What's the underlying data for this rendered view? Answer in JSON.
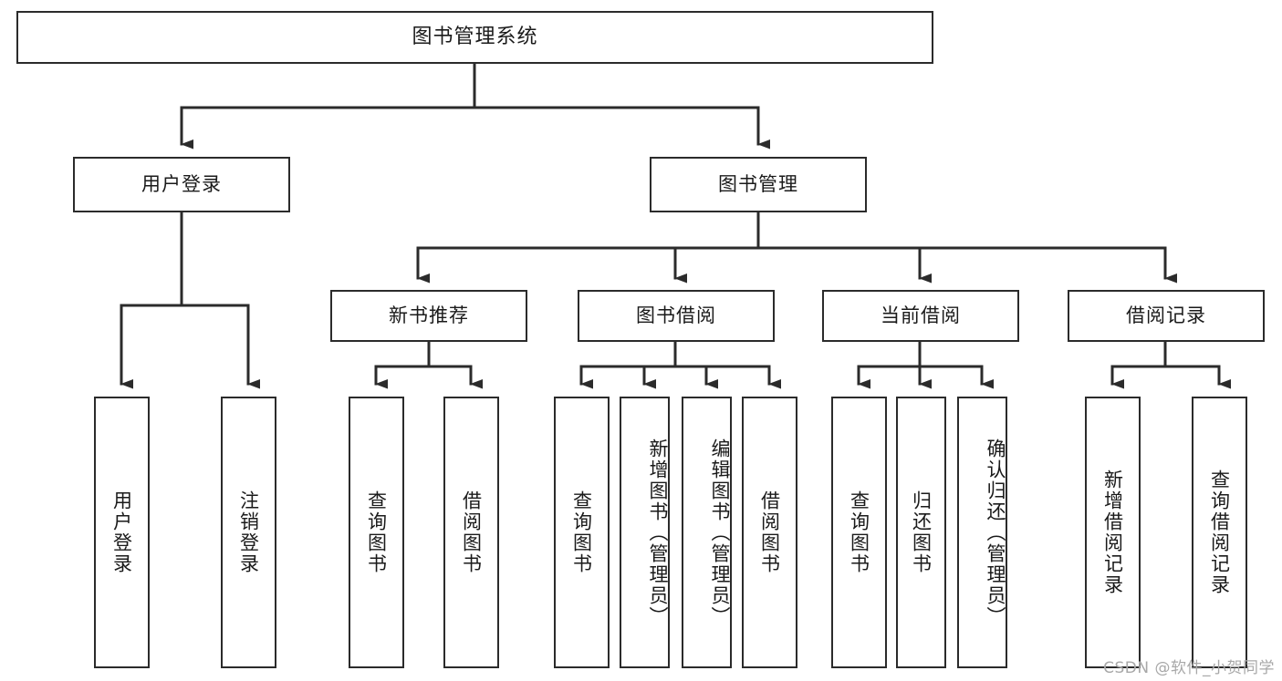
{
  "diagram": {
    "title": "图书管理系统",
    "type": "hierarchy-tree",
    "watermark": "CSDN @软件_小贺同学",
    "colors": {
      "stroke": "#2b2b2b",
      "fill": "#ffffff",
      "text": "#1a1a1a",
      "watermark": "#a8a8a8"
    },
    "nodes": {
      "root": {
        "label": "图书管理系统"
      },
      "level1": [
        {
          "id": "user-login",
          "label": "用户登录"
        },
        {
          "id": "book-manage",
          "label": "图书管理"
        }
      ],
      "level2": [
        {
          "id": "new-book-recommend",
          "label": "新书推荐"
        },
        {
          "id": "book-borrow",
          "label": "图书借阅"
        },
        {
          "id": "current-borrow",
          "label": "当前借阅"
        },
        {
          "id": "borrow-record",
          "label": "借阅记录"
        }
      ],
      "leaves": {
        "user_login": [
          {
            "id": "leaf-user-login",
            "label": "用户登录"
          },
          {
            "id": "leaf-logout-login",
            "label": "注销登录"
          }
        ],
        "new_book_recommend": [
          {
            "id": "leaf-query-book-1",
            "label": "查询图书"
          },
          {
            "id": "leaf-borrow-book-1",
            "label": "借阅图书"
          }
        ],
        "book_borrow": [
          {
            "id": "leaf-query-book-2",
            "label": "查询图书"
          },
          {
            "id": "leaf-add-book",
            "label": "新增图书（管理员）"
          },
          {
            "id": "leaf-edit-book",
            "label": "编辑图书（管理员）"
          },
          {
            "id": "leaf-borrow-book-2",
            "label": "借阅图书"
          }
        ],
        "current_borrow": [
          {
            "id": "leaf-query-book-3",
            "label": "查询图书"
          },
          {
            "id": "leaf-return-book",
            "label": "归还图书"
          },
          {
            "id": "leaf-confirm-return",
            "label": "确认归还（管理员）"
          }
        ],
        "borrow_record": [
          {
            "id": "leaf-add-record",
            "label": "新增借阅记录"
          },
          {
            "id": "leaf-query-record",
            "label": "查询借阅记录"
          }
        ]
      }
    }
  }
}
